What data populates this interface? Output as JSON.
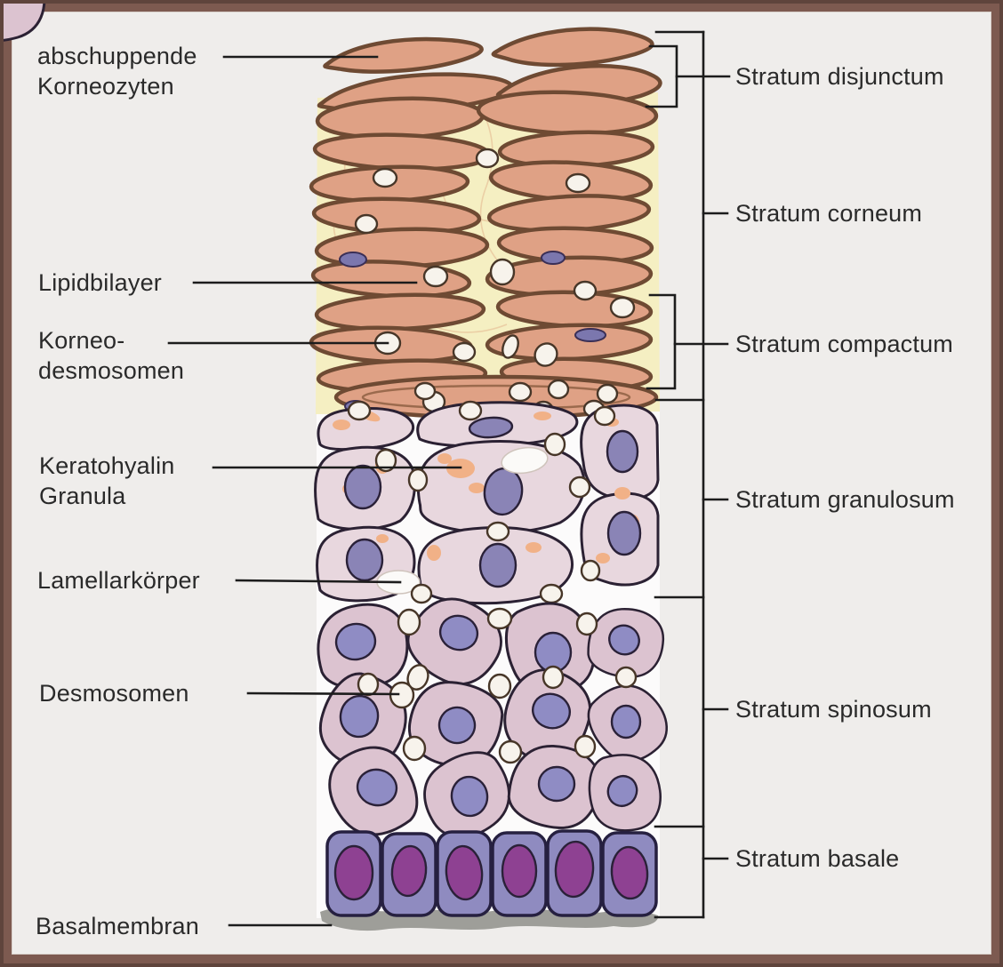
{
  "diagram": {
    "left_labels": [
      {
        "id": "abschuppende-korneozyten",
        "text": "abschuppende\nKorneozyten"
      },
      {
        "id": "lipidbilayer",
        "text": "Lipidbilayer"
      },
      {
        "id": "korneodesmosomen",
        "text": "Korneo-\ndesmosomen"
      },
      {
        "id": "keratohyalin-granula",
        "text": "Keratohyalin\nGranula"
      },
      {
        "id": "lamellarkoerper",
        "text": "Lamellarkörper"
      },
      {
        "id": "desmosomen",
        "text": "Desmosomen"
      },
      {
        "id": "basalmembran",
        "text": "Basalmembran"
      }
    ],
    "right_labels": [
      {
        "id": "stratum-disjunctum",
        "text": "Stratum disjunctum"
      },
      {
        "id": "stratum-corneum",
        "text": "Stratum corneum"
      },
      {
        "id": "stratum-compactum",
        "text": "Stratum compactum"
      },
      {
        "id": "stratum-granulosum",
        "text": "Stratum granulosum"
      },
      {
        "id": "stratum-spinosum",
        "text": "Stratum spinosum"
      },
      {
        "id": "stratum-basale",
        "text": "Stratum basale"
      }
    ],
    "colors": {
      "frame": "#7d5a50",
      "background": "#efedeb",
      "corneocyte": "#dfa185",
      "lipid_matrix": "#f5efc2",
      "granulosum_cell": "#e8d7de",
      "spinosum_cell": "#dcc3d0",
      "basale_cell": "#8f8bc0",
      "basale_nucleus": "#8e4192",
      "keratohyalin_granule": "#f1b187",
      "desmosome": "#f7f3ec",
      "basement_membrane": "#9e9e99",
      "annotation_line": "#1c1c1c"
    }
  }
}
